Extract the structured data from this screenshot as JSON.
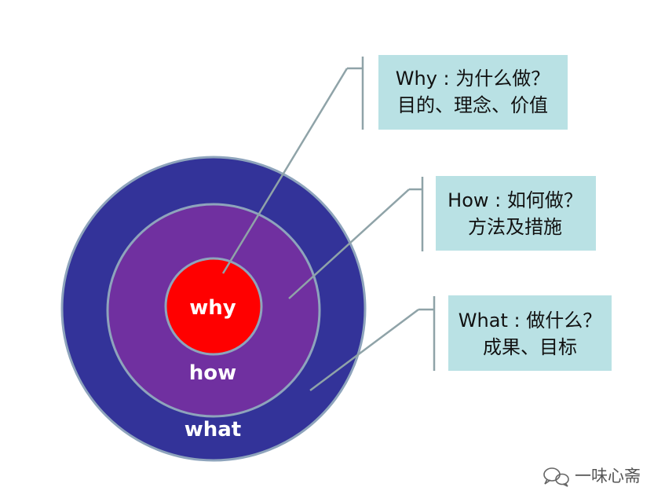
{
  "rings": [
    {
      "id": "what",
      "label": "what",
      "color": "#333399"
    },
    {
      "id": "how",
      "label": "how",
      "color": "#7030A0"
    },
    {
      "id": "why",
      "label": "why",
      "color": "#FF0000"
    }
  ],
  "ring_stroke_color": "#8EA4BC",
  "callouts": [
    {
      "id": "why",
      "line1": "Why : 为什么做？",
      "line2": "目的、理念、价值"
    },
    {
      "id": "how",
      "line1": "How : 如何做？",
      "line2": "方法及措施"
    },
    {
      "id": "what",
      "line1": "What : 做什么？",
      "line2": "成果、目标"
    }
  ],
  "callout_fill": "#B9E1E4",
  "connector_color": "#8FA3A8",
  "watermark": {
    "text": "一味心斋",
    "icon": "wechat-chat-bubble-icon"
  }
}
